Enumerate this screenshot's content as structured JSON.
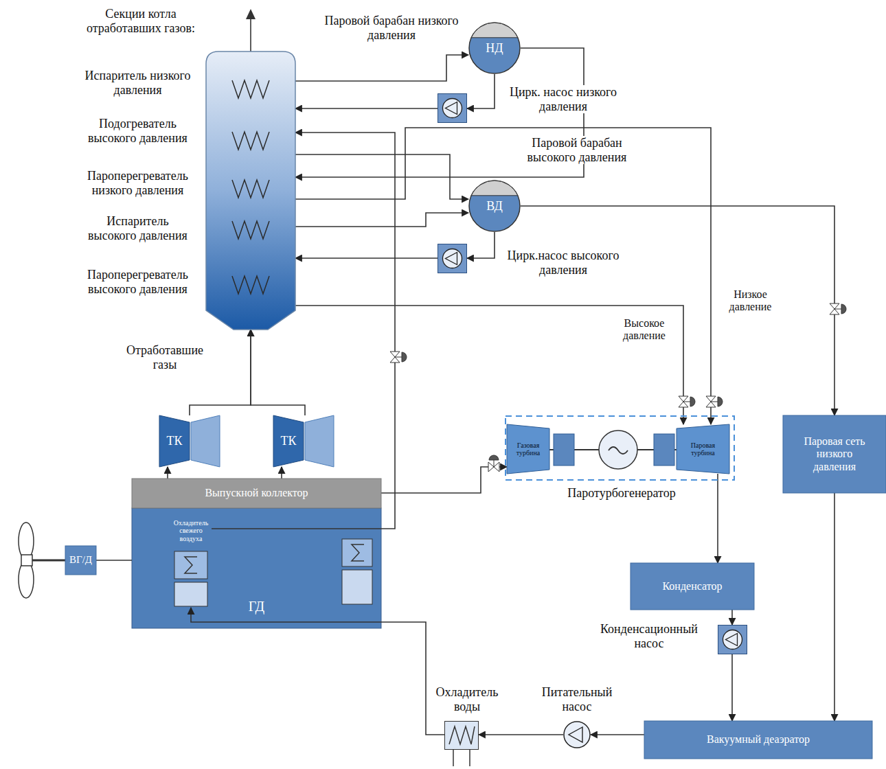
{
  "diagram": {
    "nodes": [
      {
        "text": [
          "Секции котла отработавших газов:"
        ]
      },
      {
        "text": [
          "Паровой барабан низкого давления",
          "НД"
        ]
      },
      {
        "text": [
          "Цирк. насос низкого давления"
        ]
      },
      {
        "text": [
          "Паровой барабан высокого давления",
          "ВД"
        ]
      },
      {
        "text": [
          "Цирк.насос высокого давления"
        ]
      },
      {
        "text": [
          "ТК"
        ]
      },
      {
        "text": [
          "ТК"
        ]
      },
      {
        "text": [
          "Паротурбогенератор"
        ]
      },
      {
        "text": [
          "Газовая турбина"
        ],
        "in": 7
      },
      {
        "text": [
          "Паровая турбина"
        ],
        "in": 7
      },
      {
        "text": [
          "Паровая сеть низкого давления"
        ]
      },
      {
        "text": [
          "Выпускной коллектор"
        ]
      },
      {
        "text": [
          "ГД"
        ]
      },
      {
        "text": [
          "Охладитель свежего воздуха"
        ],
        "in": 12
      },
      {
        "text": [
          "ВГ/Д"
        ]
      },
      {
        "text": [
          "Конденсатор"
        ]
      },
      {
        "text": [
          "Конденсационный насос"
        ]
      },
      {
        "text": [
          "Питательный насос"
        ]
      },
      {
        "text": [
          "Охладитель воды"
        ]
      },
      {
        "text": [
          "Вакуумный деаэратор"
        ]
      }
    ],
    "edges": [
      {
        "from": 0,
        "to": 1,
        "arrow": "to"
      },
      {
        "from": 1,
        "to": 2,
        "arrow": "to"
      },
      {
        "from": 2,
        "to": 0,
        "arrow": "to"
      },
      {
        "from": 0,
        "to": 3,
        "arrow": "to"
      },
      {
        "from": 0,
        "to": 3,
        "arrow": "to"
      },
      {
        "from": 3,
        "to": 4,
        "arrow": "to"
      },
      {
        "from": 4,
        "to": 0,
        "arrow": "to"
      },
      {
        "from": 1,
        "to": 0,
        "arrow": "to"
      },
      {
        "from": 0,
        "to": 9,
        "arrow": "to"
      },
      {
        "from": 0,
        "to": 9,
        "arrow": "to"
      },
      {
        "from": 3,
        "to": 10,
        "arrow": "to"
      },
      {
        "from": 5,
        "to": 0,
        "arrow": "to"
      },
      {
        "from": 6,
        "to": 0,
        "arrow": "to"
      },
      {
        "from": 11,
        "to": 5,
        "arrow": "to"
      },
      {
        "from": 11,
        "to": 6,
        "arrow": "to"
      },
      {
        "from": 11,
        "to": 8,
        "arrow": "to"
      },
      {
        "from": 9,
        "to": 15,
        "arrow": "to"
      },
      {
        "from": 10,
        "to": 19,
        "arrow": "to"
      },
      {
        "from": 15,
        "to": 16,
        "arrow": "to"
      },
      {
        "from": 16,
        "to": 19,
        "arrow": "to"
      },
      {
        "from": 19,
        "to": 17,
        "arrow": "to"
      },
      {
        "from": 17,
        "to": 18,
        "arrow": "to"
      },
      {
        "from": 18,
        "to": 13,
        "arrow": "to"
      },
      {
        "from": 13,
        "to": 0,
        "arrow": "to"
      },
      {
        "from": 14,
        "to": 12,
        "arrow": "none"
      }
    ],
    "labels": [
      "Испаритель низкого давления",
      "Подогреватель высокого давления",
      "Пароперегреватель низкого давления",
      "Испаритель высокого давления",
      "Пароперегреватель высокого давления",
      "Отработавшие газы",
      "Высокое давление",
      "Низкое давление"
    ]
  }
}
